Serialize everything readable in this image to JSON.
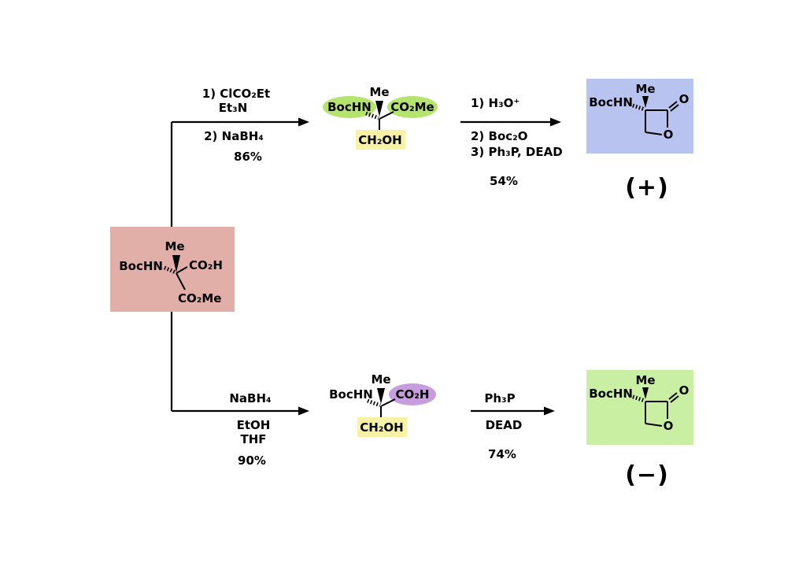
{
  "colors": {
    "bond": "#000000",
    "red": "#ff0f0f",
    "box_pink": "#e2afa8",
    "box_blue": "#b9c3ef",
    "box_green": "#c9f0a2",
    "highlight_green": "#b4e36e",
    "highlight_yellow": "#f7f2a6",
    "highlight_purple": "#c79dde"
  },
  "start_material": {
    "bochn": "BocHN",
    "me": "Me",
    "co2h": "CO₂H",
    "co2me": "CO₂Me"
  },
  "top_path": {
    "step1_reagents": {
      "line1": "1) ClCO₂Et",
      "line2": "Et₃N",
      "line3": "2) NaBH₄",
      "yield": "86%"
    },
    "intermediate": {
      "bochn": "BocHN",
      "me": "Me",
      "co2me": "CO₂Me",
      "ch2oh": "CH₂OH"
    },
    "step2_reagents": {
      "line1": "1) H₃O⁺",
      "line2": "2) Boc₂O",
      "line3": "3) Ph₃P, DEAD",
      "yield": "54%"
    },
    "product": {
      "bochn": "BocHN",
      "me": "Me",
      "ring_o": "O",
      "carbonyl_o": "O",
      "rotation": "(+)"
    }
  },
  "bottom_path": {
    "step1_reagents": {
      "line1": "NaBH₄",
      "line2": "EtOH",
      "line3": "THF",
      "yield": "90%"
    },
    "intermediate": {
      "bochn": "BocHN",
      "me": "Me",
      "co2h": "CO₂H",
      "ch2oh": "CH₂OH"
    },
    "step2_reagents": {
      "line1": "Ph₃P",
      "line2": "DEAD",
      "yield": "74%"
    },
    "product": {
      "bochn": "BocHN",
      "me": "Me",
      "ring_o": "O",
      "carbonyl_o": "O",
      "rotation": "(−)"
    }
  }
}
